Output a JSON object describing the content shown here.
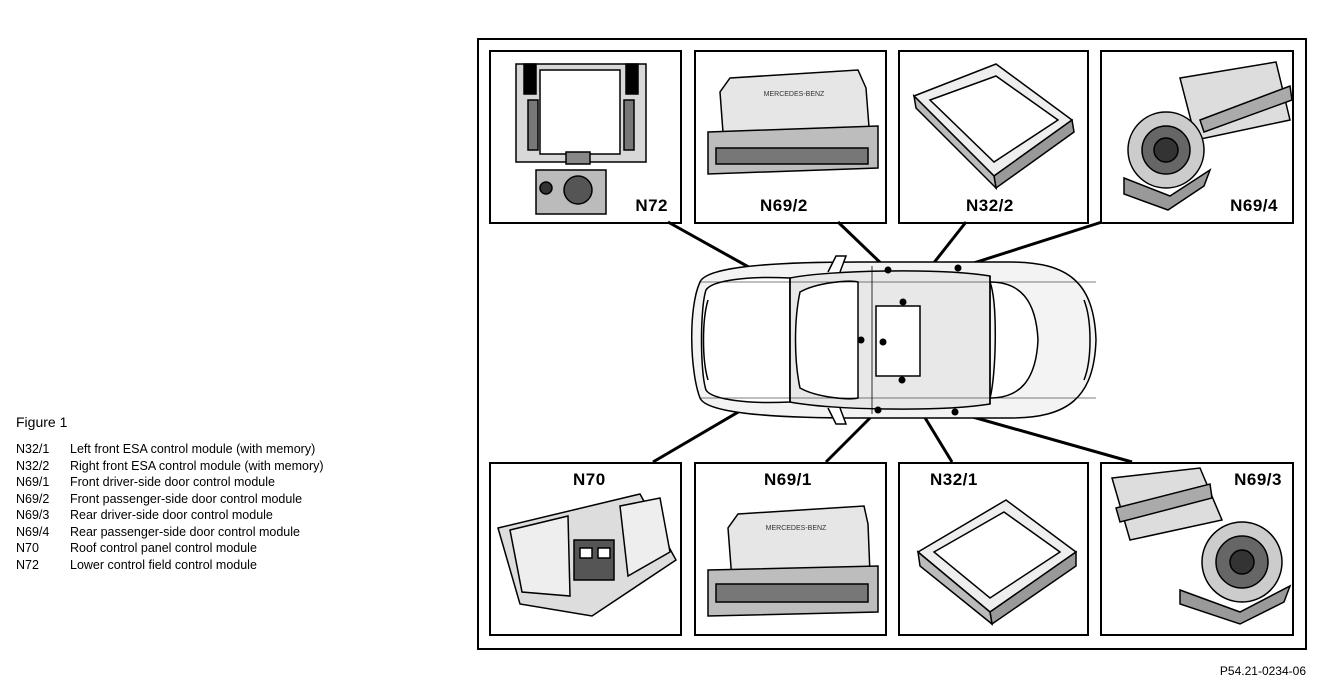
{
  "figure_title": "Figure 1",
  "legend": [
    {
      "code": "N32/1",
      "desc": "Left front ESA control module (with memory)"
    },
    {
      "code": "N32/2",
      "desc": "Right front ESA control module (with memory)"
    },
    {
      "code": "N69/1",
      "desc": "Front driver-side door control module"
    },
    {
      "code": "N69/2",
      "desc": "Front passenger-side door control module"
    },
    {
      "code": "N69/3",
      "desc": "Rear driver-side door control module"
    },
    {
      "code": "N69/4",
      "desc": "Rear passenger-side door control module"
    },
    {
      "code": "N70",
      "desc": "Roof control panel control module"
    },
    {
      "code": "N72",
      "desc": "Lower control field control module"
    }
  ],
  "panels": {
    "top": [
      "N72",
      "N69/2",
      "N32/2",
      "N69/4"
    ],
    "bottom": [
      "N70",
      "N69/1",
      "N32/1",
      "N69/3"
    ]
  },
  "module_brand": "MERCEDES-BENZ",
  "ref_number": "P54.21-0234-06"
}
